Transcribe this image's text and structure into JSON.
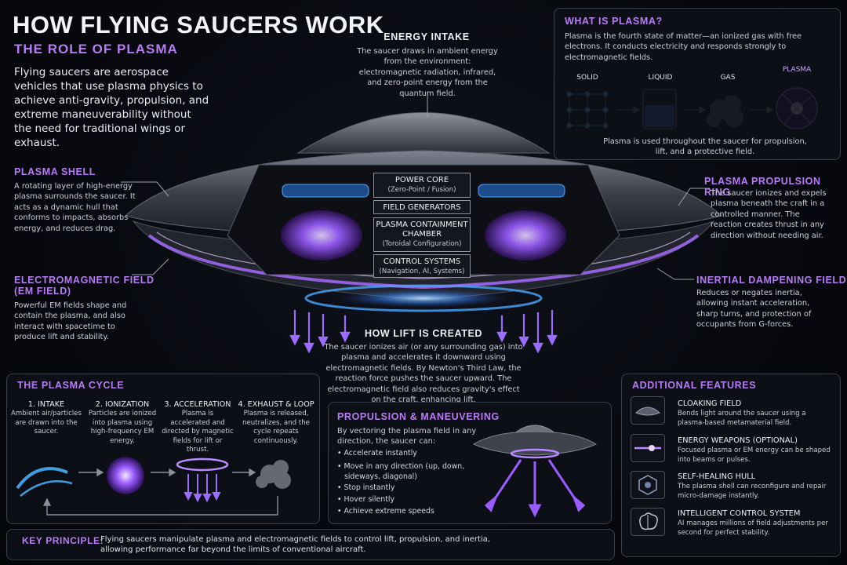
{
  "title": "HOW FLYING SAUCERS WORK",
  "subtitle": "THE ROLE OF PLASMA",
  "intro": "Flying saucers are aerospace vehicles that use plasma physics to achieve anti-gravity, propulsion, and extreme maneuverability without the need for traditional wings or exhaust.",
  "energy_intake": {
    "heading": "ENERGY INTAKE",
    "text": "The saucer draws in ambient energy from the environment: electromagnetic radiation, infrared, and zero-point energy from the quantum field."
  },
  "plasma_shell": {
    "heading": "PLASMA SHELL",
    "text": "A rotating layer of high-energy plasma surrounds the saucer. It acts as a dynamic hull that conforms to impacts, absorbs energy, and reduces drag."
  },
  "em_field": {
    "heading_1": "ELECTROMAGNETIC FIELD",
    "heading_2": "(EM FIELD)",
    "text": "Powerful EM fields shape and contain the plasma, and also interact with spacetime to produce lift and stability."
  },
  "what_is_plasma": {
    "heading": "WHAT IS PLASMA?",
    "text": "Plasma is the fourth state of matter—an ionized gas with free electrons. It conducts electricity and responds strongly to electromagnetic fields.",
    "states": [
      "SOLID",
      "LIQUID",
      "GAS",
      "PLASMA"
    ],
    "footer": "Plasma is used throughout the saucer for propulsion, lift, and a protective field."
  },
  "propulsion_ring": {
    "heading": "PLASMA PROPULSION RING",
    "text": "The saucer ionizes and expels plasma beneath the craft in a controlled manner. The reaction creates thrust in any direction without needing air."
  },
  "inertial_field": {
    "heading": "INERTIAL DAMPENING FIELD",
    "text": "Reduces or negates inertia, allowing instant acceleration, sharp turns, and protection of occupants from G-forces."
  },
  "core": {
    "power_core": "POWER CORE",
    "power_core_sub": "(Zero-Point / Fusion)",
    "field_generators": "FIELD GENERATORS",
    "containment": "PLASMA CONTAINMENT CHAMBER",
    "containment_sub": "(Toroidal Configuration)",
    "control": "CONTROL SYSTEMS",
    "control_sub": "(Navigation, AI, Systems)"
  },
  "lift": {
    "heading": "HOW LIFT IS CREATED",
    "text": "The saucer ionizes air (or any surrounding gas) into plasma and accelerates it downward using electromagnetic fields. By Newton's Third Law, the reaction force pushes the saucer upward. The electromagnetic field also reduces gravity's effect on the craft, enhancing lift."
  },
  "plasma_cycle": {
    "heading": "THE PLASMA CYCLE",
    "steps": [
      {
        "title": "1. INTAKE",
        "text": "Ambient air/particles are drawn into the saucer."
      },
      {
        "title": "2. IONIZATION",
        "text": "Particles are ionized into plasma using high-frequency EM energy."
      },
      {
        "title": "3. ACCELERATION",
        "text": "Plasma is accelerated and directed by magnetic fields for lift or thrust."
      },
      {
        "title": "4. EXHAUST & LOOP",
        "text": "Plasma is released, neutralizes, and the cycle repeats continuously."
      }
    ]
  },
  "propulsion": {
    "heading": "PROPULSION & MANEUVERING",
    "text": "By vectoring the plasma field in any direction, the saucer can:",
    "bullets": [
      "• Accelerate instantly",
      "• Move in any direction (up, down,",
      "   sideways, diagonal)",
      "• Stop instantly",
      "• Hover silently",
      "• Achieve extreme speeds"
    ]
  },
  "additional": {
    "heading": "ADDITIONAL FEATURES",
    "features": [
      {
        "title": "CLOAKING FIELD",
        "text": "Bends light around the saucer using a plasma-based metamaterial field.",
        "icon": "cloaking-icon"
      },
      {
        "title": "ENERGY WEAPONS (OPTIONAL)",
        "text": "Focused plasma or EM energy can be shaped into beams or pulses.",
        "icon": "energy-beam-icon"
      },
      {
        "title": "SELF-HEALING HULL",
        "text": "The plasma shell can reconfigure and repair micro-damage instantly.",
        "icon": "hull-icon"
      },
      {
        "title": "INTELLIGENT CONTROL SYSTEM",
        "text": "AI manages millions of field adjustments per second for perfect stability.",
        "icon": "brain-icon"
      }
    ]
  },
  "key_principle": {
    "label": "KEY PRINCIPLE:",
    "line1": "Flying saucers manipulate plasma and electromagnetic fields to control lift, propulsion, and inertia,",
    "line2": "allowing performance far beyond the limits of conventional aircraft."
  },
  "colors": {
    "accent_purple": "#b77cf4",
    "plasma_glow": "#9a5cff",
    "energy_blue": "#4aa8ff",
    "panel_border": "#3b3f4c",
    "background": "#07090e"
  }
}
